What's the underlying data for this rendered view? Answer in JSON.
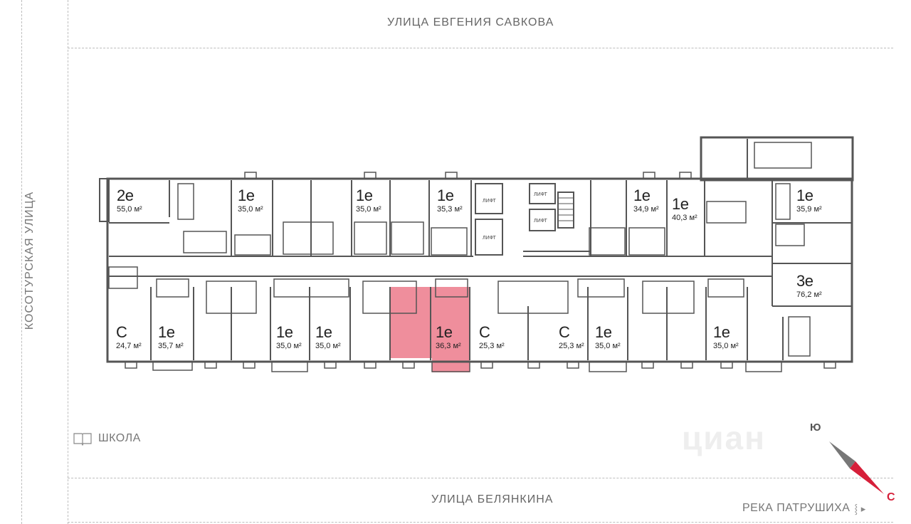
{
  "streets": {
    "top": "УЛИЦА ЕВГЕНИЯ САВКОВА",
    "bottom": "УЛИЦА БЕЛЯНКИНА",
    "left": "КОСОТУРСКАЯ УЛИЦА"
  },
  "landmarks": {
    "school": "ШКОЛА",
    "river": "РЕКА ПАТРУШИХА"
  },
  "compass": {
    "north": "С",
    "south": "Ю"
  },
  "watermark": "циан",
  "lift_label": "ЛИФТ",
  "area_unit": "м²",
  "selected_color": "#e8798a",
  "apartments": [
    {
      "type": "2е",
      "area": "55,0 м²"
    },
    {
      "type": "1е",
      "area": "35,0 м²"
    },
    {
      "type": "1е",
      "area": "35,0 м²"
    },
    {
      "type": "1е",
      "area": "35,3 м²"
    },
    {
      "type": "1е",
      "area": "34,9 м²"
    },
    {
      "type": "1е",
      "area": "40,3 м²"
    },
    {
      "type": "1е",
      "area": "35,9 м²"
    },
    {
      "type": "3е",
      "area": "76,2 м²"
    },
    {
      "type": "С",
      "area": "24,7 м²"
    },
    {
      "type": "1е",
      "area": "35,7 м²"
    },
    {
      "type": "1е",
      "area": "35,0 м²"
    },
    {
      "type": "1е",
      "area": "35,0 м²"
    },
    {
      "type": "1е",
      "area": "36,3 м²",
      "selected": true
    },
    {
      "type": "С",
      "area": "25,3 м²"
    },
    {
      "type": "С",
      "area": "25,3 м²"
    },
    {
      "type": "1е",
      "area": "35,0 м²"
    },
    {
      "type": "1е",
      "area": "35,0 м²"
    }
  ]
}
